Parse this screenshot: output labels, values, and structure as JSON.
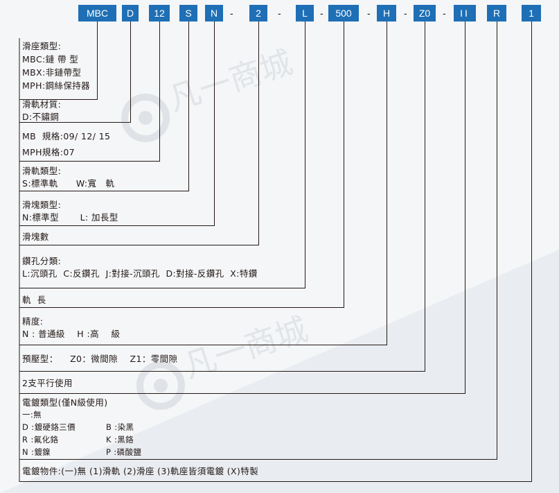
{
  "code_boxes": [
    {
      "id": "series",
      "text": "MBC"
    },
    {
      "id": "material",
      "text": "D"
    },
    {
      "id": "size",
      "text": "12"
    },
    {
      "id": "rail-type",
      "text": "S"
    },
    {
      "id": "block-type",
      "text": "N"
    },
    {
      "id": "block-count",
      "text": "2"
    },
    {
      "id": "hole-type",
      "text": "L"
    },
    {
      "id": "rail-length",
      "text": "500"
    },
    {
      "id": "accuracy",
      "text": "H"
    },
    {
      "id": "preload",
      "text": "Z0"
    },
    {
      "id": "parallel",
      "text": "II"
    },
    {
      "id": "plating",
      "text": "R"
    },
    {
      "id": "plated-part",
      "text": "1"
    }
  ],
  "dash": "-",
  "sections": {
    "slider_type": {
      "title": "滑座類型:",
      "lines": [
        "MBC:鏈 帶 型",
        "MBX:非鏈帶型",
        "MPH:鋼絲保持器"
      ]
    },
    "rail_material": {
      "title": "滑軌材質:",
      "lines": [
        "D:不鏽鋼"
      ]
    },
    "size": {
      "lines": [
        "MB  規格:09/ 12/ 15",
        "MPH規格:07"
      ]
    },
    "rail_type": {
      "title": "滑軌類型:",
      "lines": [
        "S:標準軌      W:寬   軌"
      ]
    },
    "block_type": {
      "title": "滑塊類型:",
      "lines": [
        "N:標準型       L: 加長型"
      ]
    },
    "block_count": {
      "title": "滑塊數"
    },
    "hole_type": {
      "title": "鑽孔分類:",
      "lines": [
        "L:沉頭孔  C:反鑽孔  J:對接-沉頭孔  D:對接-反鑽孔  X:特鑽"
      ]
    },
    "rail_length": {
      "title": "軌  長"
    },
    "accuracy": {
      "title": "精度:",
      "lines": [
        "N : 普通級    H :高    級"
      ]
    },
    "preload": {
      "title": "預壓型：    Z0：微間隙    Z1：零間隙"
    },
    "parallel": {
      "title": "2支平行使用"
    },
    "plating": {
      "title": "電鍍類型(僅N級使用)",
      "none": "一:無",
      "options": [
        {
          "left": "D :鍍硬鉻三價",
          "right": "B :染黑"
        },
        {
          "left": "R :氟化鉻",
          "right": "K :黑鉻"
        },
        {
          "left": "N :鍍鎳",
          "right": "P :磷酸鹽"
        }
      ]
    },
    "plated_part": {
      "title": "電鍍物件:(一)無 (1)滑軌 (2)滑座 (3)軌座皆須電鍍 (X)特製"
    }
  },
  "watermark": {
    "text": "凡一商城",
    "color": "#d9dde2"
  },
  "colors": {
    "box": "#1e6fb5",
    "box_text": "#ffffff",
    "line": "#231815",
    "text": "#231815",
    "background": "#f4f6f8"
  }
}
